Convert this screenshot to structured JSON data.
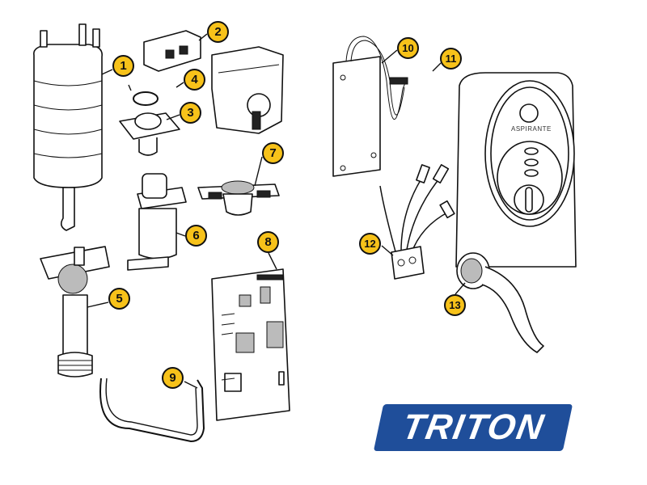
{
  "diagram": {
    "callouts": [
      {
        "number": "1",
        "part": "heater-tank"
      },
      {
        "number": "2",
        "part": "terminal-block"
      },
      {
        "number": "3",
        "part": "pressure-relief-seal"
      },
      {
        "number": "4",
        "part": "stabiliser-valve"
      },
      {
        "number": "5",
        "part": "thermal-cut-out-valve"
      },
      {
        "number": "6",
        "part": "solenoid-valve"
      },
      {
        "number": "7",
        "part": "thermostat"
      },
      {
        "number": "8",
        "part": "pcb"
      },
      {
        "number": "9",
        "part": "bracket"
      },
      {
        "number": "10",
        "part": "control-module-ribbon"
      },
      {
        "number": "11",
        "part": "front-cover"
      },
      {
        "number": "12",
        "part": "cable-connector"
      },
      {
        "number": "13",
        "part": "shower-head"
      }
    ],
    "product_brand": "ASPIRANTE",
    "logo_text": "TRITON",
    "colors": {
      "badge": "#f7c21a",
      "logo": "#1f4e9a"
    }
  }
}
